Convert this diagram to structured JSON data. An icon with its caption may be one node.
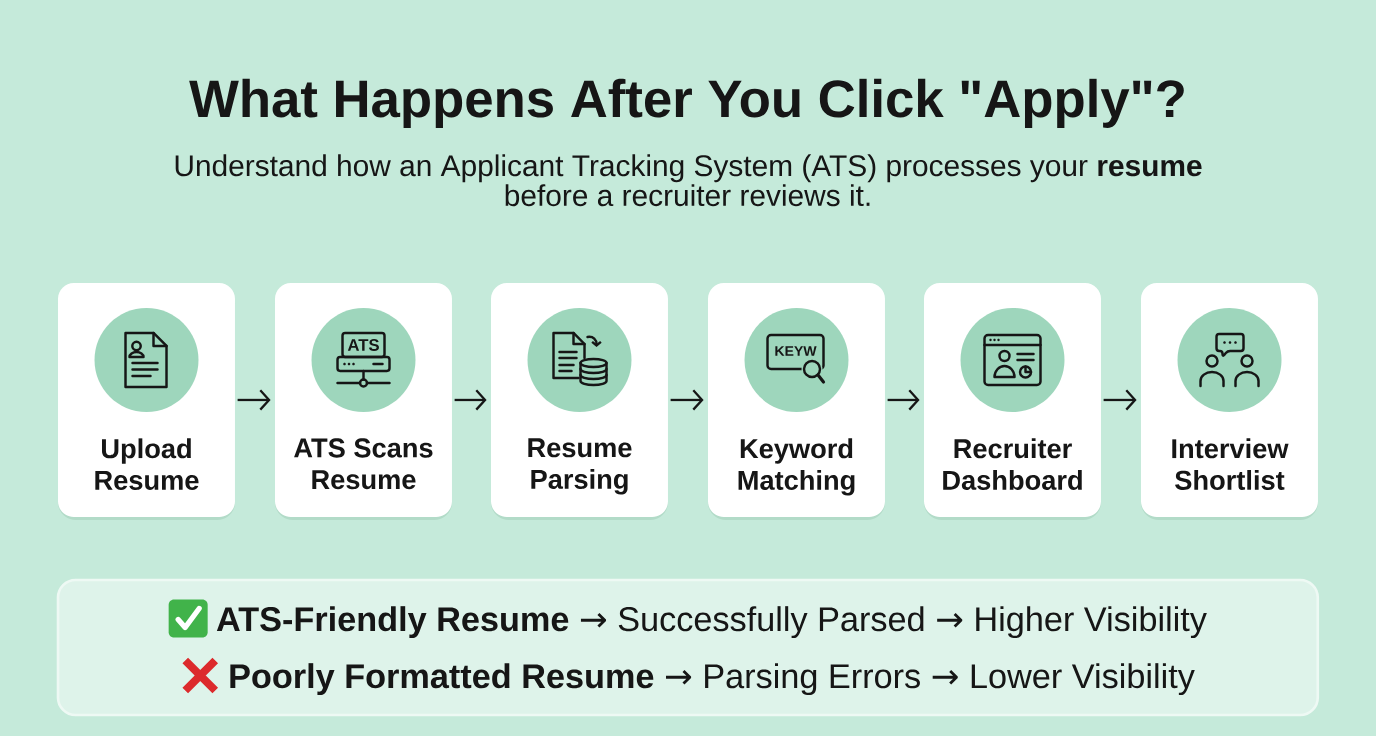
{
  "diagram": {
    "title": "What Happens After You Click \"Apply\"?",
    "nodes": [
      {
        "text": [
          "Upload Resume"
        ]
      },
      {
        "text": [
          "ATS Scans Resume"
        ]
      },
      {
        "text": [
          "Resume Parsing"
        ]
      },
      {
        "text": [
          "Keyword Matching"
        ]
      },
      {
        "text": [
          "Recruiter Dashboard"
        ]
      },
      {
        "text": [
          "Interview Shortlist"
        ]
      },
      {
        "text": [
          "**ATS-Friendly Resume** → Successfully Parsed → Higher Visibility",
          "**Poorly Formatted Resume** → Parsing Errors → Lower Visibility"
        ]
      }
    ],
    "edges": [
      {
        "from": 0,
        "to": 1,
        "arrow": "to"
      },
      {
        "from": 1,
        "to": 2,
        "arrow": "to"
      },
      {
        "from": 2,
        "to": 3,
        "arrow": "to"
      },
      {
        "from": 3,
        "to": 4,
        "arrow": "to"
      },
      {
        "from": 4,
        "to": 5,
        "arrow": "to"
      }
    ],
    "labels": [
      "Understand how an Applicant Tracking System (ATS) processes your **resume** before a recruiter reviews it.",
      "ATS",
      "KEYW"
    ]
  }
}
